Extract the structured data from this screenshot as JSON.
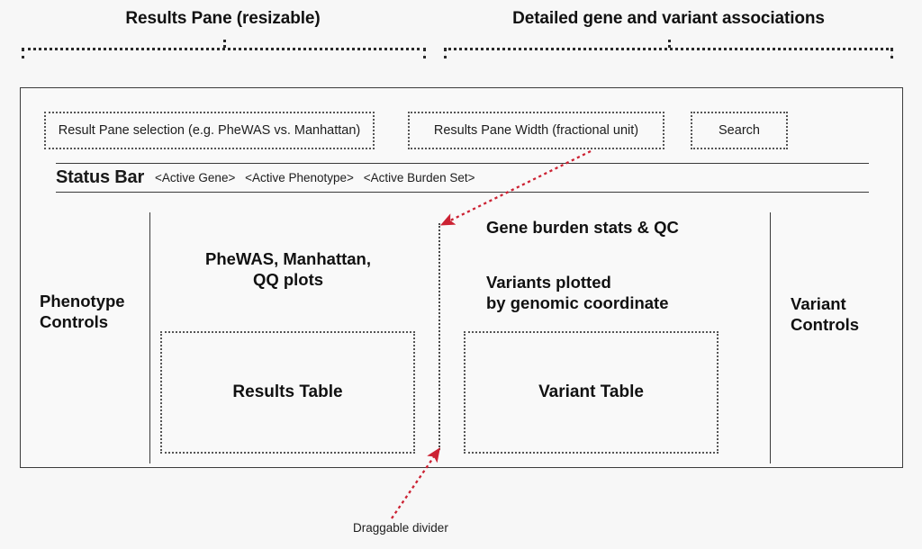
{
  "annotations": {
    "top_brackets": [
      {
        "label": "Results Pane (resizable)"
      },
      {
        "label": "Detailed gene and variant associations"
      }
    ],
    "bottom_callout": "Draggable divider"
  },
  "toolbar": {
    "result_pane_selection": "Result Pane selection (e.g. PheWAS vs. Manhattan)",
    "results_pane_width": "Results Pane Width (fractional unit)",
    "search": "Search"
  },
  "status_bar": {
    "title": "Status Bar",
    "tokens": [
      "<Active Gene>",
      "<Active Phenotype>",
      "<Active Burden Set>"
    ]
  },
  "panels": {
    "phenotype_controls": "Phenotype\nControls",
    "results_plots": "PheWAS, Manhattan,\nQQ plots",
    "results_table": "Results Table",
    "gene_burden_stats": "Gene burden stats & QC",
    "variants_plot": "Variants plotted\nby genomic coordinate",
    "variant_table": "Variant Table",
    "variant_controls": "Variant\nControls"
  },
  "colors": {
    "background": "#f7f7f7",
    "frame": "#3c3c3c",
    "dotted": "#555555",
    "text": "#1a1a1a",
    "callout_red": "#cc2233"
  }
}
